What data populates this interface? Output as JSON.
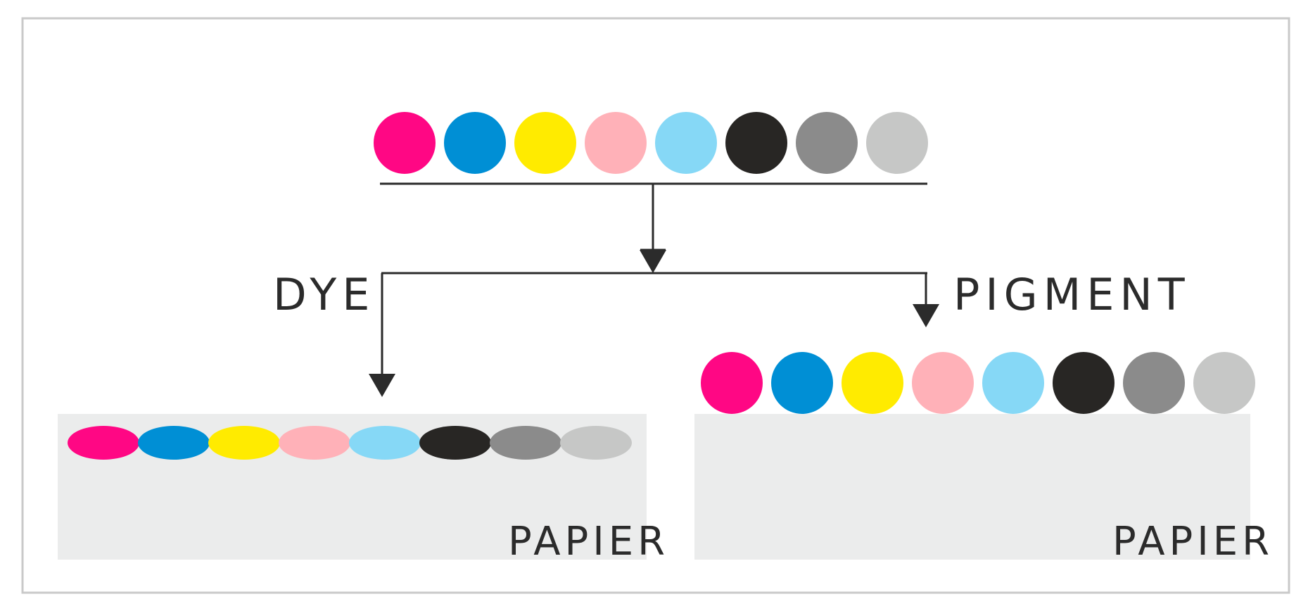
{
  "labels": {
    "dye": "DYE",
    "pigment": "PIGMENT",
    "paper_left": "PAPIER",
    "paper_right": "PAPIER"
  },
  "inks": [
    {
      "name": "magenta",
      "color": "#ff0784"
    },
    {
      "name": "cyan",
      "color": "#008fd5"
    },
    {
      "name": "yellow",
      "color": "#ffeb00"
    },
    {
      "name": "light-magenta",
      "color": "#ffb1b8"
    },
    {
      "name": "light-cyan",
      "color": "#86d8f6"
    },
    {
      "name": "black",
      "color": "#282624"
    },
    {
      "name": "gray",
      "color": "#8b8b8b"
    },
    {
      "name": "light-gray",
      "color": "#c6c7c6"
    }
  ],
  "colors": {
    "frame": "#c9c9c9",
    "paper": "#ebecec",
    "line": "#2b2b2b"
  }
}
